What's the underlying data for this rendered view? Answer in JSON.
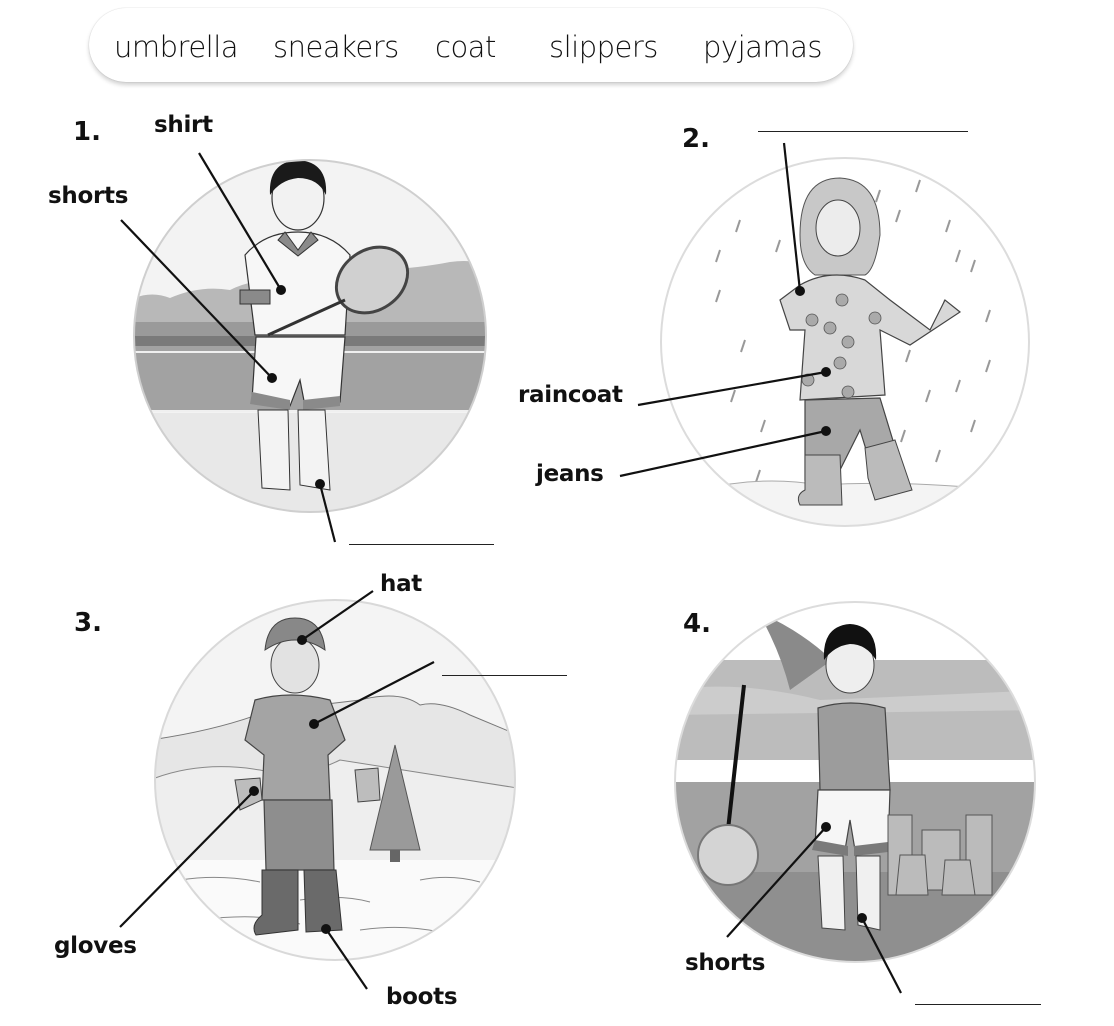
{
  "word_bank": {
    "words": [
      "umbrella",
      "sneakers",
      "coat",
      "slippers",
      "pyjamas"
    ]
  },
  "pictures": [
    {
      "number": "1.",
      "scene": "boy with tennis racket on court",
      "labels": [
        "shirt",
        "shorts"
      ],
      "blank_count": 1
    },
    {
      "number": "2.",
      "scene": "girl in the rain",
      "labels": [
        "raincoat",
        "jeans"
      ],
      "blank_count": 1
    },
    {
      "number": "3.",
      "scene": "boy in snowy mountains",
      "labels": [
        "hat",
        "gloves",
        "boots"
      ],
      "blank_count": 1
    },
    {
      "number": "4.",
      "scene": "boy at the beach with sandcastles",
      "labels": [
        "shorts"
      ],
      "blank_count": 1
    }
  ]
}
